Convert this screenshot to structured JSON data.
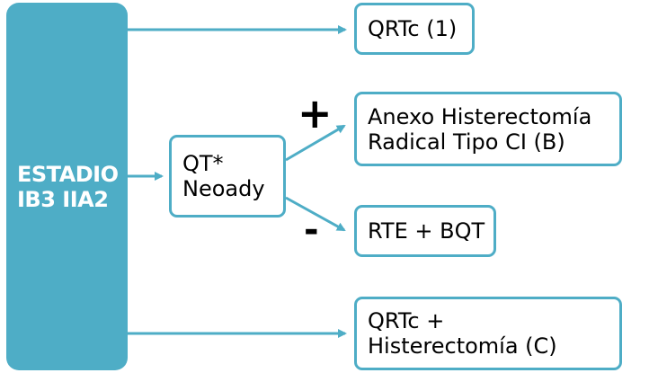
{
  "colors": {
    "accent": "#4eadc6",
    "text": "#000000",
    "stage_text": "#ffffff"
  },
  "stage": {
    "line1": "ESTADIO",
    "line2": "IB3 IIA2"
  },
  "nodes": {
    "qrtc1": "QRTc (1)",
    "qt_line1": "QT*",
    "qt_line2": "Neoady",
    "anexo_line1": "Anexo Histerectomía",
    "anexo_line2": "Radical Tipo CI (B)",
    "rte": "RTE + BQT",
    "qrtc2_line1": "QRTc +",
    "qrtc2_line2": "Histerectomía (C)"
  },
  "signs": {
    "positive": "+",
    "negative": "-"
  }
}
